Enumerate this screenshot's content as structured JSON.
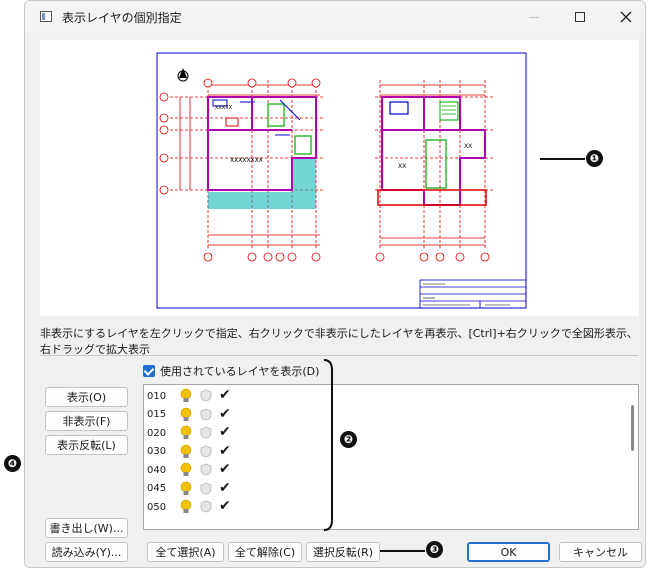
{
  "window": {
    "title": "表示レイヤの個別指定"
  },
  "instruction": "非表示にするレイヤを左クリックで指定、右クリックで非表示にしたレイヤを再表示、[Ctrl]+右クリックで全図形表示、右ドラッグで拡大表示",
  "show_used_layers": {
    "label": "使用されているレイヤを表示(D)",
    "checked": true
  },
  "left_buttons": {
    "show": "表示(O)",
    "hide": "非表示(F)",
    "invert_display": "表示反転(L)",
    "export": "書き出し(W)...",
    "import": "読み込み(Y)..."
  },
  "bottom_buttons": {
    "select_all": "全て選択(A)",
    "deselect_all": "全て解除(C)",
    "invert_selection": "選択反転(R)",
    "ok": "OK",
    "cancel": "キャンセル"
  },
  "layers": [
    {
      "name": "010",
      "visible": true
    },
    {
      "name": "015",
      "visible": true
    },
    {
      "name": "020",
      "visible": true
    },
    {
      "name": "030",
      "visible": true
    },
    {
      "name": "040",
      "visible": true
    },
    {
      "name": "045",
      "visible": true
    },
    {
      "name": "050",
      "visible": true
    }
  ],
  "annotations": {
    "n1": "❶",
    "n2": "❷",
    "n3": "❸",
    "n4": "❹"
  },
  "colors": {
    "accent": "#1f6fcf",
    "bulb": "#f2c200",
    "plan_red": "#e00000",
    "plan_blue": "#0000cc",
    "plan_magenta": "#b000b0",
    "plan_green": "#00aa00",
    "plan_cyan": "#00b0b0"
  }
}
